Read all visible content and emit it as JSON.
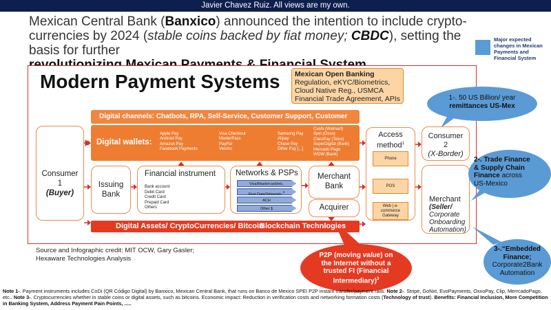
{
  "top_banner": "Javier Chavez Ruiz. All views are my own.",
  "headline": {
    "part1": "Mexican Central Bank (",
    "banxico": "Banxico",
    "part2": ") announced the intention to include crypto-currencies by 2024 (",
    "italic": "stable coins backed by fiat money;",
    "cbdc": "CBDC",
    "part3": "), setting the basis for further",
    "line3": "revolutionizing Mexican Payments & Financial System"
  },
  "legend": {
    "text": "Major expected changes in Mexican Payments and Financial System",
    "color": "#5b9bd5"
  },
  "diagram": {
    "title": "Modern Payment Systems",
    "open_banking": {
      "title": "Mexican Open Banking",
      "body": "Regulation, eKYC/Biometrics, Cloud Native Reg., USMCA Financial Trade Agreement, APIs"
    },
    "digital_channels": "Digital channels: Chatbots, RPA, Self-Service, Customer Support, Customer Service",
    "digital_wallets": {
      "label": "Digital wallets:",
      "col1": [
        "Apple Pay",
        "Android Pay",
        "Amazon Pay",
        "Facebook Payments"
      ],
      "col2": [
        "Visa Checkout",
        "MasterPass",
        "PayPal",
        "Venmo"
      ],
      "col3": [
        "Samsung Pay",
        "Alipay",
        "Chase Pay",
        "Other Pay [...]"
      ],
      "col4": [
        "Cashi (Walmart)",
        "Spin (Oxxo)",
        "ClaroPay (Telco)",
        "SuperDigital (Bank)",
        "Mercado Pago",
        "WOW (Bank)"
      ]
    },
    "consumer1": {
      "line1": "Consumer",
      "line2": "1",
      "line3": "(Buyer)"
    },
    "issuing_bank": {
      "line1": "Issuing",
      "line2": "Bank"
    },
    "financial_instrument": {
      "title": "Financial instrument",
      "items": [
        "Bank account",
        "Debit Card",
        "Credit Card",
        "Prepaid Card",
        "Others"
      ]
    },
    "networks": {
      "title": "Networks & PSPs",
      "items": [
        "Visa/Mastercard/etc.",
        "First Data/Stripe/etc.",
        "ACH",
        "Other"
      ],
      "note2": "2",
      "note1": "1"
    },
    "merchant_bank": {
      "line1": "Merchant",
      "line2": "Bank"
    },
    "acquirer": "Acquirer",
    "access_method": {
      "title_line1": "Access",
      "title_line2": "method",
      "superscript": "1",
      "items": [
        "Phone",
        "POS",
        "Web | e-commerce Gateway"
      ]
    },
    "consumer2": {
      "line1": "Consumer",
      "line2": "2",
      "line3": "(X-Border)"
    },
    "merchant": {
      "line1": "Merchant",
      "line2": "(Seller/",
      "line3": "Corporate",
      "line4": "Onboarding",
      "line5": "Automation)"
    },
    "digital_assets": "Digital Assets/ CryptoCurrencies/ Bitcoin",
    "blockchain": "Blockchain Technlogies"
  },
  "source": {
    "line1": "Source and Infographic credit: MIT OCW, Gary Gasler;",
    "line2": "Hexaware Technologies Analysis"
  },
  "callouts": {
    "remittances": {
      "line1": "1-. 50 US Billion/ year",
      "line2": "remittances US-Mex"
    },
    "trade": {
      "line1": "2-. Trade Finance",
      "line2": "& Supply Chain",
      "line3": "Finance",
      "line3b": " across",
      "line4": "US-Mexico"
    },
    "embedded": {
      "line1": "3-.“Embedded",
      "line2": "Finance;",
      "line3": "Corporate2Bank",
      "line4": "Automation"
    },
    "p2p": {
      "line1": "P2P (moving ",
      "value": "value",
      "line1b": ") on",
      "line2": "the Internet without a",
      "line3": "trusted FI (Financial",
      "line4": "Intermediary)",
      "sup": "3"
    }
  },
  "notes": {
    "n1_label": "Note 1-",
    "n1_text": ". Payment instruments includes CoDi (QR Código Digital) by Banxico, Mexican Central Bank, that runs on Banco de Mexico SPEI P2P instant transfer/payment rails. ",
    "n2_label": "Note 2-",
    "n2_text": ". Stripe, GoNxt, EvoPayments, OxxoPay, Clip, MerrcadoPago, etc.. ",
    "n3_label": "Note 3-",
    "n3_text": ". Cryptocurrencies whether in stable coins or digital assets, such as bitcoins. Economic impact: Reduction in verification costs and networking formation costs (",
    "trust": "Technology of trust",
    "n3_end": "). ",
    "benefits": "Benefits: Financial Inclusion, More Competition in Banking System, Address Payment Pain Points, ....."
  }
}
